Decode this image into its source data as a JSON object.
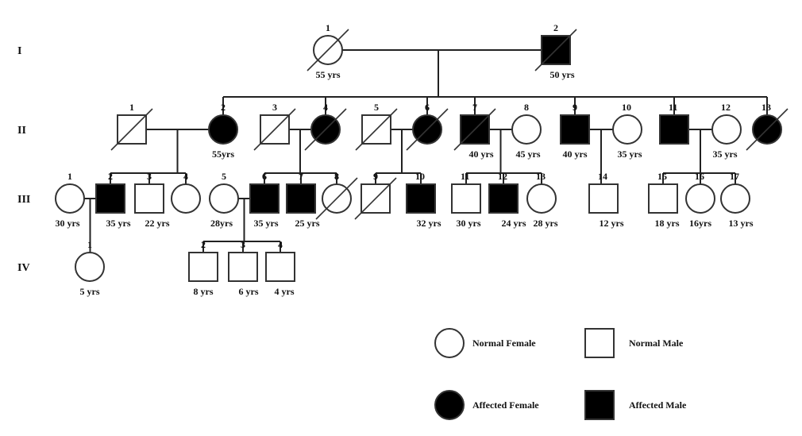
{
  "title": "Pedigree chart",
  "generations": [
    "I",
    "II",
    "III",
    "IV"
  ],
  "individuals": [
    {
      "id": "I-1",
      "gen": "I",
      "num": "1",
      "sex": "female",
      "affected": false,
      "deceased": true,
      "age": "55 yrs"
    },
    {
      "id": "I-2",
      "gen": "I",
      "num": "2",
      "sex": "male",
      "affected": true,
      "deceased": true,
      "age": "50 yrs"
    },
    {
      "id": "II-1",
      "gen": "II",
      "num": "1",
      "sex": "male",
      "affected": false,
      "deceased": true,
      "age": ""
    },
    {
      "id": "II-2",
      "gen": "II",
      "num": "2",
      "sex": "female",
      "affected": true,
      "deceased": false,
      "age": "55yrs"
    },
    {
      "id": "II-3",
      "gen": "II",
      "num": "3",
      "sex": "male",
      "affected": false,
      "deceased": true,
      "age": ""
    },
    {
      "id": "II-4",
      "gen": "II",
      "num": "4",
      "sex": "female",
      "affected": true,
      "deceased": true,
      "age": ""
    },
    {
      "id": "II-5",
      "gen": "II",
      "num": "5",
      "sex": "male",
      "affected": false,
      "deceased": true,
      "age": ""
    },
    {
      "id": "II-6",
      "gen": "II",
      "num": "6",
      "sex": "female",
      "affected": true,
      "deceased": true,
      "age": ""
    },
    {
      "id": "II-7",
      "gen": "II",
      "num": "7",
      "sex": "male",
      "affected": true,
      "deceased": true,
      "age": "40 yrs"
    },
    {
      "id": "II-8",
      "gen": "II",
      "num": "8",
      "sex": "female",
      "affected": false,
      "deceased": false,
      "age": "45 yrs"
    },
    {
      "id": "II-9",
      "gen": "II",
      "num": "9",
      "sex": "male",
      "affected": true,
      "deceased": false,
      "age": "40 yrs"
    },
    {
      "id": "II-10",
      "gen": "II",
      "num": "10",
      "sex": "female",
      "affected": false,
      "deceased": false,
      "age": "35 yrs"
    },
    {
      "id": "II-11",
      "gen": "II",
      "num": "11",
      "sex": "male",
      "affected": true,
      "deceased": false,
      "age": ""
    },
    {
      "id": "II-12",
      "gen": "II",
      "num": "12",
      "sex": "female",
      "affected": false,
      "deceased": false,
      "age": "35 yrs"
    },
    {
      "id": "II-13",
      "gen": "II",
      "num": "13",
      "sex": "female",
      "affected": true,
      "deceased": true,
      "age": ""
    },
    {
      "id": "III-1",
      "gen": "III",
      "num": "1",
      "sex": "female",
      "affected": false,
      "deceased": false,
      "age": "30 yrs"
    },
    {
      "id": "III-2",
      "gen": "III",
      "num": "2",
      "sex": "male",
      "affected": true,
      "deceased": false,
      "age": "35 yrs"
    },
    {
      "id": "III-3",
      "gen": "III",
      "num": "3",
      "sex": "male",
      "affected": false,
      "deceased": false,
      "age": "22 yrs"
    },
    {
      "id": "III-4",
      "gen": "III",
      "num": "4",
      "sex": "female",
      "affected": false,
      "deceased": false,
      "age": ""
    },
    {
      "id": "III-5",
      "gen": "III",
      "num": "5",
      "sex": "female",
      "affected": false,
      "deceased": false,
      "age": "28yrs"
    },
    {
      "id": "III-6",
      "gen": "III",
      "num": "6",
      "sex": "male",
      "affected": true,
      "deceased": false,
      "age": "35 yrs"
    },
    {
      "id": "III-7",
      "gen": "III",
      "num": "7",
      "sex": "male",
      "affected": true,
      "deceased": false,
      "age": "25 yrs"
    },
    {
      "id": "III-8",
      "gen": "III",
      "num": "8",
      "sex": "female",
      "affected": false,
      "deceased": true,
      "age": ""
    },
    {
      "id": "III-9",
      "gen": "III",
      "num": "9",
      "sex": "male",
      "affected": false,
      "deceased": true,
      "age": ""
    },
    {
      "id": "III-10",
      "gen": "III",
      "num": "10",
      "sex": "male",
      "affected": true,
      "deceased": false,
      "age": "32 yrs"
    },
    {
      "id": "III-11",
      "gen": "III",
      "num": "11",
      "sex": "male",
      "affected": false,
      "deceased": false,
      "age": "30 yrs"
    },
    {
      "id": "III-12",
      "gen": "III",
      "num": "12",
      "sex": "male",
      "affected": true,
      "deceased": false,
      "age": "24 yrs"
    },
    {
      "id": "III-13",
      "gen": "III",
      "num": "13",
      "sex": "female",
      "affected": false,
      "deceased": false,
      "age": "28 yrs"
    },
    {
      "id": "III-14",
      "gen": "III",
      "num": "14",
      "sex": "male",
      "affected": false,
      "deceased": false,
      "age": "12 yrs"
    },
    {
      "id": "III-15",
      "gen": "III",
      "num": "15",
      "sex": "male",
      "affected": false,
      "deceased": false,
      "age": "18 yrs"
    },
    {
      "id": "III-16",
      "gen": "III",
      "num": "16",
      "sex": "female",
      "affected": false,
      "deceased": false,
      "age": "16yrs"
    },
    {
      "id": "III-17",
      "gen": "III",
      "num": "17",
      "sex": "female",
      "affected": false,
      "deceased": false,
      "age": "13 yrs"
    },
    {
      "id": "IV-1",
      "gen": "IV",
      "num": "1",
      "sex": "female",
      "affected": false,
      "deceased": false,
      "age": "5 yrs"
    },
    {
      "id": "IV-2",
      "gen": "IV",
      "num": "2",
      "sex": "male",
      "affected": false,
      "deceased": false,
      "age": "8 yrs"
    },
    {
      "id": "IV-3",
      "gen": "IV",
      "num": "3",
      "sex": "male",
      "affected": false,
      "deceased": false,
      "age": "6 yrs"
    },
    {
      "id": "IV-4",
      "gen": "IV",
      "num": "4",
      "sex": "male",
      "affected": false,
      "deceased": false,
      "age": "4 yrs"
    }
  ],
  "matings": [
    {
      "partners": [
        "I-1",
        "I-2"
      ],
      "children": [
        "II-2",
        "II-4",
        "II-6",
        "II-7",
        "II-9",
        "II-11",
        "II-13"
      ]
    },
    {
      "partners": [
        "II-1",
        "II-2"
      ],
      "children": [
        "III-2",
        "III-3",
        "III-4"
      ]
    },
    {
      "partners": [
        "II-3",
        "II-4"
      ],
      "children": [
        "III-6",
        "III-7",
        "III-8"
      ]
    },
    {
      "partners": [
        "II-5",
        "II-6"
      ],
      "children": [
        "III-9",
        "III-10"
      ]
    },
    {
      "partners": [
        "II-7",
        "II-8"
      ],
      "children": [
        "III-11",
        "III-12",
        "III-13"
      ]
    },
    {
      "partners": [
        "II-9",
        "II-10"
      ],
      "children": [
        "III-14"
      ]
    },
    {
      "partners": [
        "II-11",
        "II-12"
      ],
      "children": [
        "III-15",
        "III-16",
        "III-17"
      ]
    },
    {
      "partners": [
        "III-1",
        "III-2"
      ],
      "children": [
        "IV-1"
      ]
    },
    {
      "partners": [
        "III-5",
        "III-6"
      ],
      "children": [
        "IV-2",
        "IV-3",
        "IV-4"
      ]
    }
  ],
  "legend": [
    {
      "sex": "female",
      "affected": false,
      "label": "Normal Female"
    },
    {
      "sex": "male",
      "affected": false,
      "label": "Normal Male"
    },
    {
      "sex": "female",
      "affected": true,
      "label": "Affected Female"
    },
    {
      "sex": "male",
      "affected": true,
      "label": "Affected Male"
    }
  ],
  "colors": {
    "affected": "#000000",
    "normal": "#ffffff",
    "line": "#222222"
  }
}
